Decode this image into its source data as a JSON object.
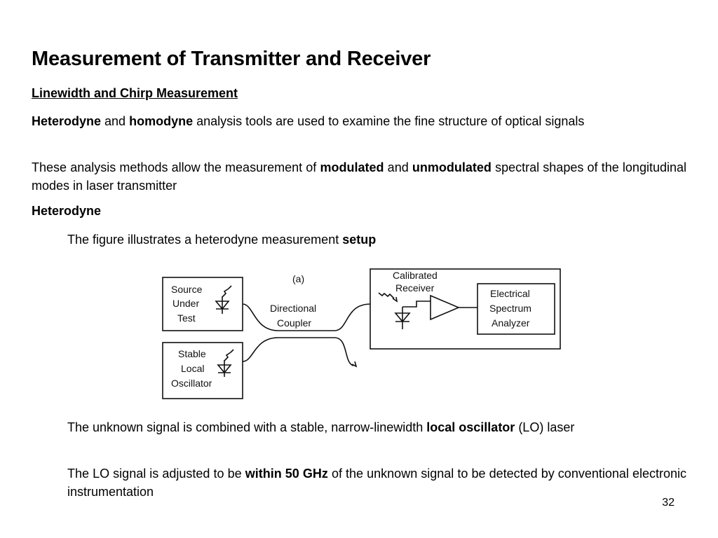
{
  "slide": {
    "title": "Measurement of Transmitter and Receiver",
    "subtitle": "Linewidth and Chirp Measurement",
    "p1": {
      "b1": "Heterodyne",
      "t1": " and ",
      "b2": "homodyne",
      "t2": " analysis tools are used to examine the fine structure of optical signals"
    },
    "p2": {
      "t1": "These analysis methods allow the measurement of ",
      "b1": "modulated",
      "t2": " and ",
      "b2": "unmodulated",
      "t3": " spectral shapes of the longitudinal modes in laser transmitter"
    },
    "heading": "Heterodyne",
    "p3": {
      "t1": "The figure illustrates a heterodyne measurement ",
      "b1": "setup"
    },
    "p4": {
      "t1": "The unknown signal is combined with a stable, narrow-linewidth ",
      "b1": "local oscillator",
      "t2": " (LO) laser"
    },
    "p5": {
      "t1": "The LO signal is adjusted to be ",
      "b1": "within 50 GHz",
      "t2": " of the unknown signal to be detected by conventional electronic instrumentation"
    },
    "page_number": "32"
  },
  "figure": {
    "panel_label": "(a)",
    "source": [
      "Source",
      "Under",
      "Test"
    ],
    "local_osc": [
      "Stable",
      "Local",
      "Oscillator"
    ],
    "coupler": [
      "Directional",
      "Coupler"
    ],
    "receiver": [
      "Calibrated",
      "Receiver"
    ],
    "analyzer": [
      "Electrical",
      "Spectrum",
      "Analyzer"
    ]
  }
}
